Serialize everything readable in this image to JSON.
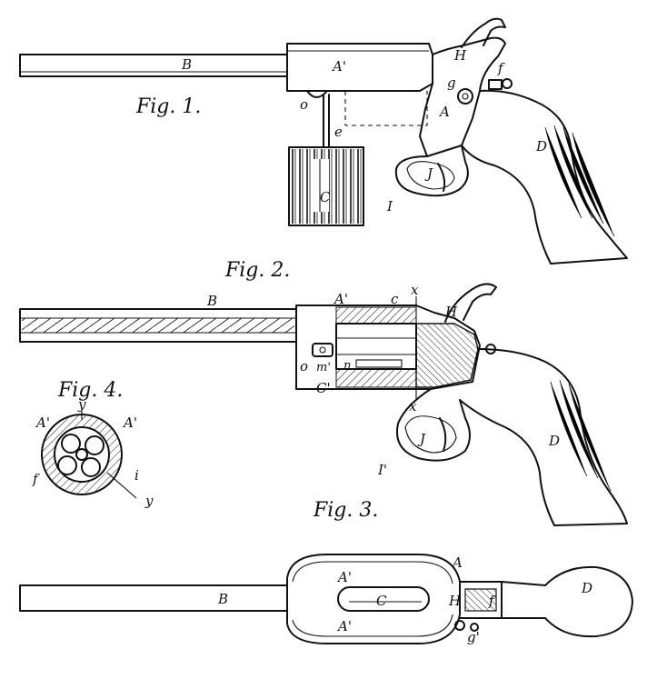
{
  "figures": {
    "fig1": "Fig. 1.",
    "fig2": "Fig. 2.",
    "fig3": "Fig. 3.",
    "fig4": "Fig. 4."
  },
  "labels": {
    "f1": {
      "B": "B",
      "A1": "A'",
      "H": "H",
      "f": "f",
      "g": "g",
      "o": "o",
      "A": "A",
      "e": "e",
      "C": "C",
      "D": "D",
      "J": "J",
      "I": "I"
    },
    "f2": {
      "B": "B",
      "A1": "A'",
      "c": "c",
      "x_top": "x",
      "H": "H",
      "o": "o",
      "m": "m'",
      "n": "n",
      "C1": "C'",
      "x_bot": "x",
      "J": "J",
      "I": "I'",
      "D": "D"
    },
    "f4": {
      "y_top": "y",
      "A1_left": "A'",
      "A1_right": "A'",
      "f": "f",
      "i": "i",
      "y_bot": "y"
    },
    "f3": {
      "A1_top": "A'",
      "A": "A",
      "B": "B",
      "C": "C",
      "H": "H",
      "f": "f",
      "D": "D",
      "A1_bot": "A'",
      "g": "g'"
    }
  }
}
